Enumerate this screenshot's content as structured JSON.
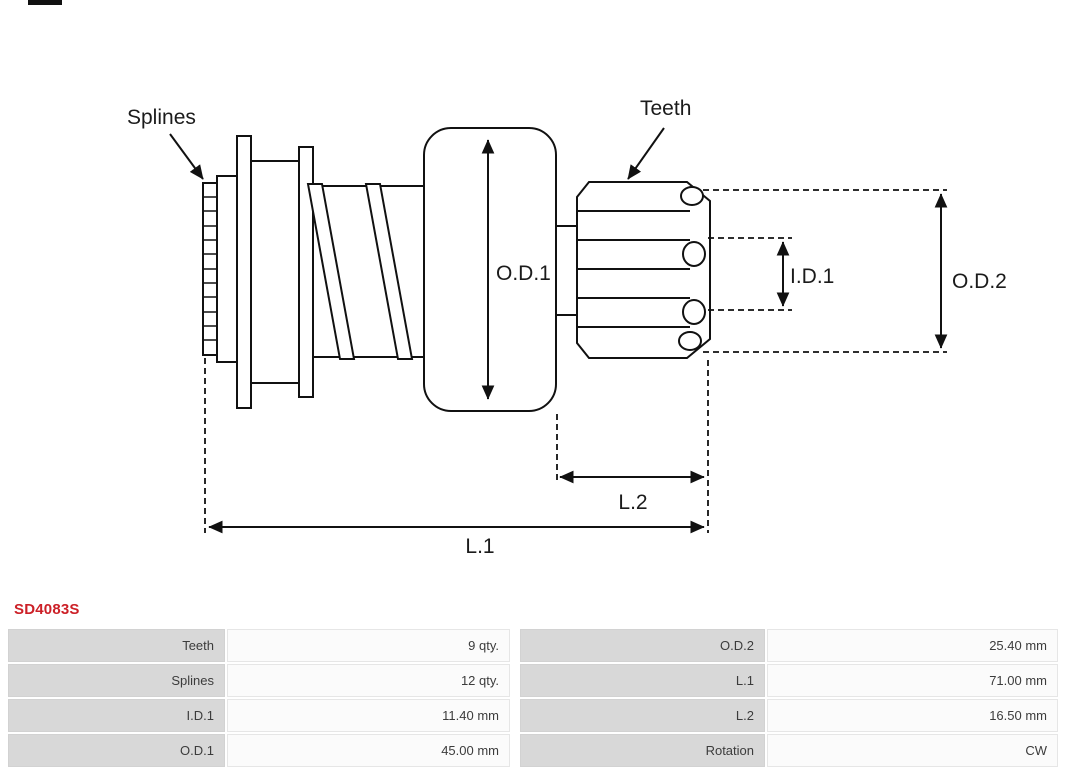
{
  "page": {
    "background": "#ffffff"
  },
  "part": {
    "number": "SD4083S",
    "number_color": "#cc2027"
  },
  "drawing": {
    "labels": {
      "splines": "Splines",
      "teeth": "Teeth",
      "od1": "O.D.1",
      "id1": "I.D.1",
      "od2": "O.D.2",
      "l1": "L.1",
      "l2": "L.2"
    }
  },
  "spec_table": {
    "rows": [
      {
        "label_left": "Teeth",
        "value_left": "9 qty.",
        "label_right": "O.D.2",
        "value_right": "25.40 mm"
      },
      {
        "label_left": "Splines",
        "value_left": "12 qty.",
        "label_right": "L.1",
        "value_right": "71.00 mm"
      },
      {
        "label_left": "I.D.1",
        "value_left": "11.40 mm",
        "label_right": "L.2",
        "value_right": "16.50 mm"
      },
      {
        "label_left": "O.D.1",
        "value_left": "45.00 mm",
        "label_right": "Rotation",
        "value_right": "CW"
      }
    ],
    "colors": {
      "label_bg": "#d8d8d8",
      "value_bg": "#fbfbfb",
      "text": "#3c3c3c"
    }
  }
}
